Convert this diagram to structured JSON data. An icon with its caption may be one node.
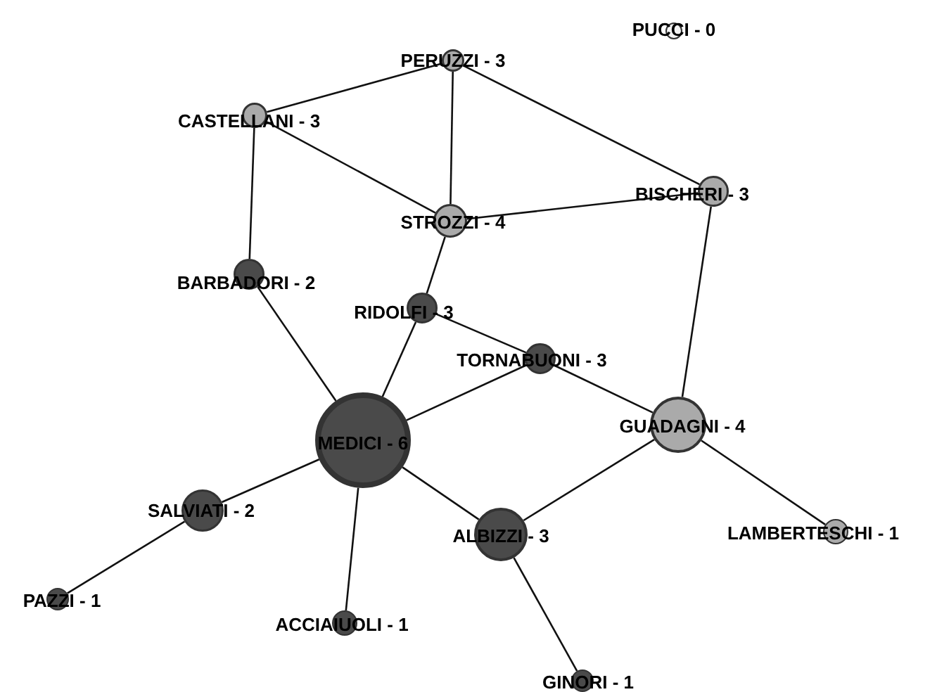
{
  "diagram": {
    "nodes": [
      {
        "text": [
          "PUCCI - 0"
        ]
      },
      {
        "text": [
          "PERUZZI - 3"
        ]
      },
      {
        "text": [
          "CASTELLANI - 3"
        ]
      },
      {
        "text": [
          "BISCHERI - 3"
        ]
      },
      {
        "text": [
          "STROZZI - 4"
        ]
      },
      {
        "text": [
          "BARBADORI - 2"
        ]
      },
      {
        "text": [
          "RIDOLFI - 3"
        ]
      },
      {
        "text": [
          "TORNABUONI - 3"
        ]
      },
      {
        "text": [
          "MEDICI - 6"
        ]
      },
      {
        "text": [
          "GUADAGNI - 4"
        ]
      },
      {
        "text": [
          "SALVIATI - 2"
        ]
      },
      {
        "text": [
          "ALBIZZI - 3"
        ]
      },
      {
        "text": [
          "LAMBERTESCHI - 1"
        ]
      },
      {
        "text": [
          "PAZZI - 1"
        ]
      },
      {
        "text": [
          "ACCIAIUOLI - 1"
        ]
      },
      {
        "text": [
          "GINORI - 1"
        ]
      }
    ],
    "edges": [
      {
        "from": 1,
        "to": 2,
        "arrow": "none"
      },
      {
        "from": 1,
        "to": 4,
        "arrow": "none"
      },
      {
        "from": 1,
        "to": 3,
        "arrow": "none"
      },
      {
        "from": 2,
        "to": 4,
        "arrow": "none"
      },
      {
        "from": 2,
        "to": 5,
        "arrow": "none"
      },
      {
        "from": 4,
        "to": 3,
        "arrow": "none"
      },
      {
        "from": 4,
        "to": 6,
        "arrow": "none"
      },
      {
        "from": 3,
        "to": 9,
        "arrow": "none"
      },
      {
        "from": 5,
        "to": 8,
        "arrow": "none"
      },
      {
        "from": 6,
        "to": 8,
        "arrow": "none"
      },
      {
        "from": 6,
        "to": 7,
        "arrow": "none"
      },
      {
        "from": 7,
        "to": 8,
        "arrow": "none"
      },
      {
        "from": 7,
        "to": 9,
        "arrow": "none"
      },
      {
        "from": 8,
        "to": 10,
        "arrow": "none"
      },
      {
        "from": 8,
        "to": 14,
        "arrow": "none"
      },
      {
        "from": 8,
        "to": 11,
        "arrow": "none"
      },
      {
        "from": 9,
        "to": 11,
        "arrow": "none"
      },
      {
        "from": 9,
        "to": 12,
        "arrow": "none"
      },
      {
        "from": 10,
        "to": 13,
        "arrow": "none"
      },
      {
        "from": 11,
        "to": 15,
        "arrow": "none"
      }
    ]
  }
}
